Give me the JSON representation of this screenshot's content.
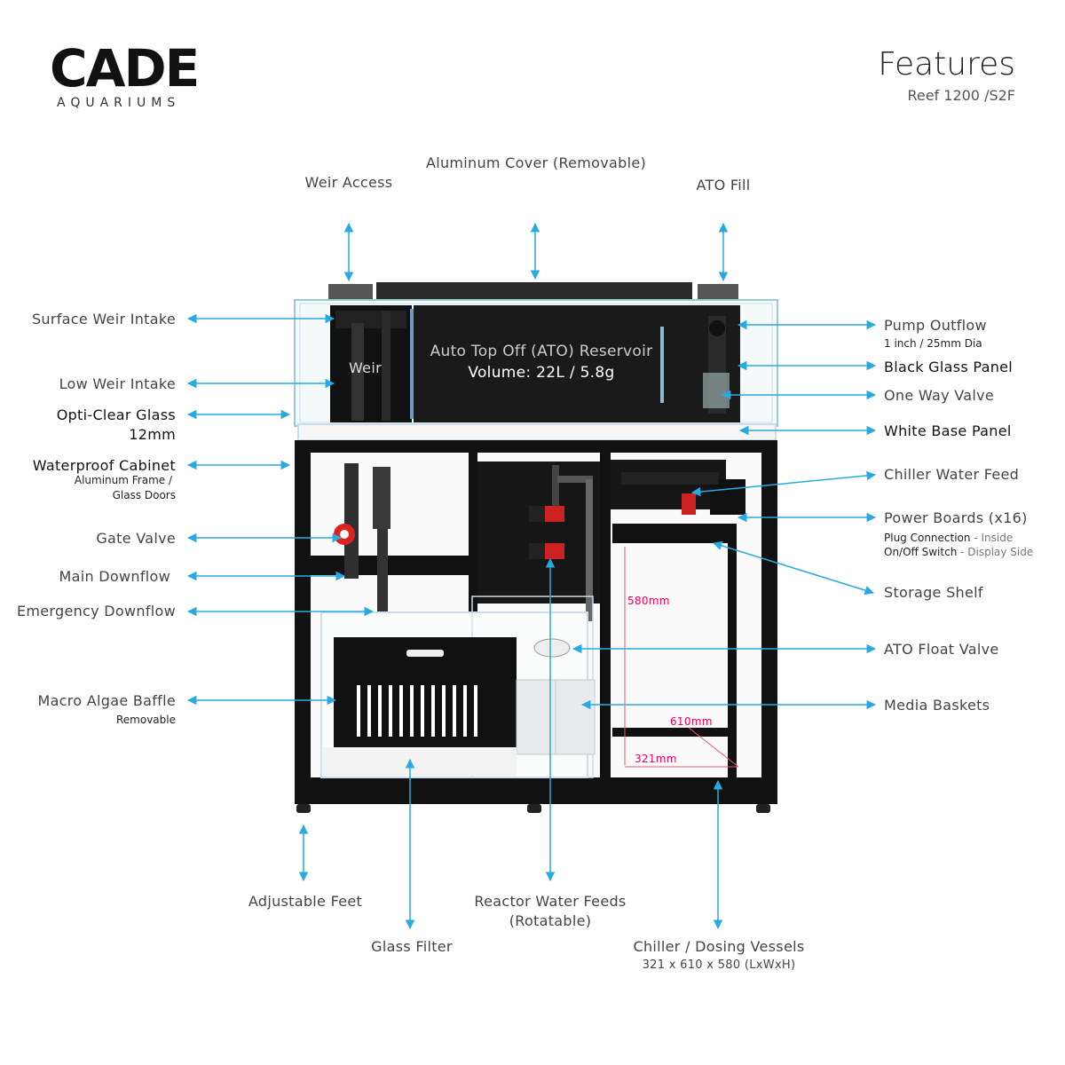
{
  "brand": {
    "name": "CADE",
    "tagline": "AQUARIUMS"
  },
  "header": {
    "title": "Features",
    "model": "Reef 1200 /S2F"
  },
  "accent": "#29a9e1",
  "top_labels": {
    "weir_access": "Weir Access",
    "aluminum_cover": "Aluminum Cover (Removable)",
    "ato_fill": "ATO Fill"
  },
  "left_labels": {
    "surface_weir_intake": "Surface Weir Intake",
    "low_weir_intake": "Low Weir Intake",
    "opti_clear_glass": "Opti-Clear Glass",
    "opti_clear_thickness": "12mm",
    "waterproof_cabinet": "Waterproof Cabinet",
    "cabinet_note_1": "Aluminum Frame /",
    "cabinet_note_2": "Glass Doors",
    "gate_valve": "Gate Valve",
    "main_downflow": "Main Downflow",
    "emergency_downflow": "Emergency Downflow",
    "macro_algae_baffle": "Macro Algae Baffle",
    "baffle_note": "Removable"
  },
  "right_labels": {
    "pump_outflow": "Pump Outflow",
    "pump_outflow_note": "1 inch / 25mm Dia",
    "black_glass_panel": "Black Glass Panel",
    "one_way_valve": "One Way Valve",
    "white_base_panel": "White Base Panel",
    "chiller_water_feed": "Chiller Water Feed",
    "power_boards": "Power Boards (x16)",
    "power_note_1_key": "Plug Connection",
    "power_note_1_val": " - Inside",
    "power_note_2_key": "On/Off Switch",
    "power_note_2_val": " - Display Side",
    "storage_shelf": "Storage Shelf",
    "ato_float_valve": "ATO Float Valve",
    "media_baskets": "Media Baskets"
  },
  "bottom_labels": {
    "adjustable_feet": "Adjustable Feet",
    "glass_filter": "Glass Filter",
    "reactor_water_feeds": "Reactor Water Feeds",
    "reactor_note": "(Rotatable)",
    "chiller_dosing": "Chiller / Dosing Vessels",
    "chiller_dims": "321 x 610 x 580 (LxWxH)"
  },
  "tank_text": {
    "weir": "Weir",
    "ato_reservoir": "Auto Top Off (ATO) Reservoir",
    "ato_volume": "Volume: 22L / 5.8g",
    "dim_height": "580mm",
    "dim_depth": "610mm",
    "dim_width": "321mm"
  }
}
